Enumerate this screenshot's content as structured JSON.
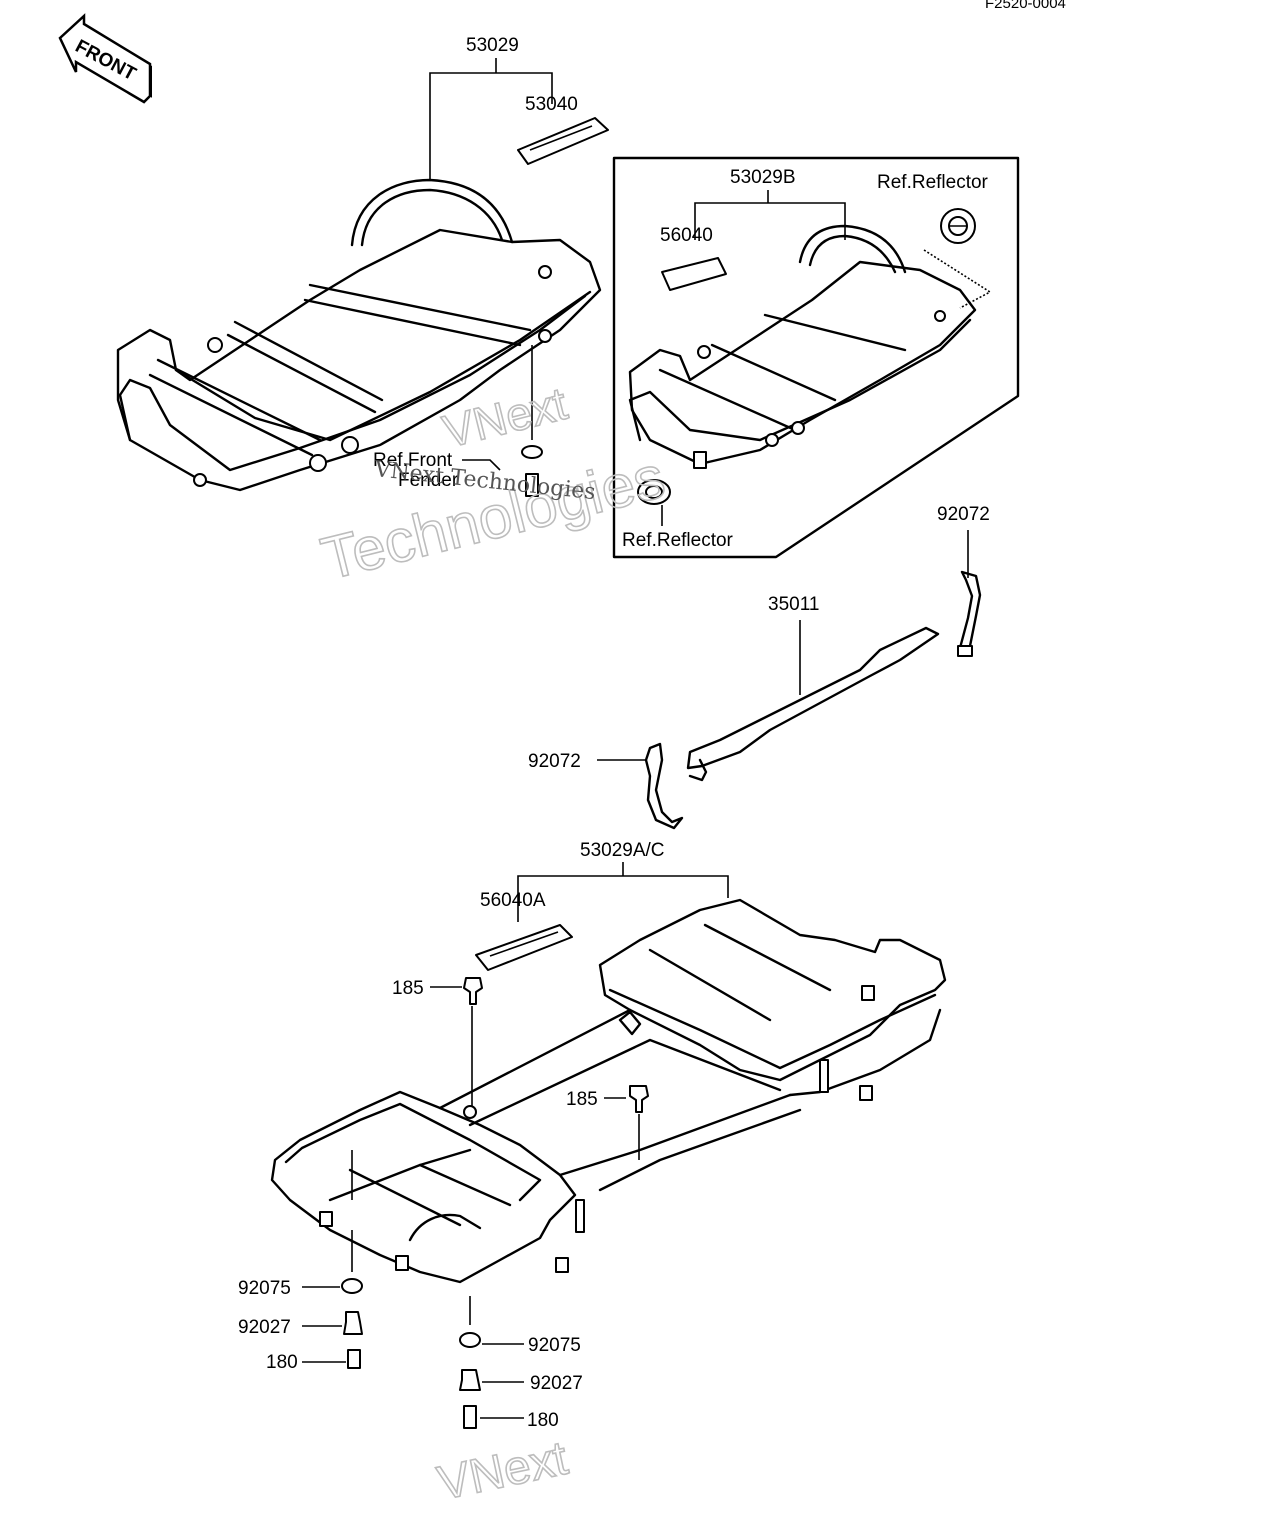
{
  "header": {
    "code": "F2520-0004"
  },
  "front_arrow": {
    "label": "FRONT"
  },
  "labels": {
    "p53029": "53029",
    "p53040": "53040",
    "p53029B": "53029B",
    "p56040": "56040",
    "ref_reflector_top": "Ref.Reflector",
    "ref_reflector_bottom": "Ref.Reflector",
    "ref_front_fender_1": "Ref.Front",
    "ref_front_fender_2": "Fender",
    "p92072_top": "92072",
    "p35011": "35011",
    "p92072_left": "92072",
    "p53029AC": "53029A/C",
    "p56040A": "56040A",
    "p185_a": "185",
    "p185_b": "185",
    "p92075_left": "92075",
    "p92027_left": "92027",
    "p180_left": "180",
    "p92075_right": "92075",
    "p92027_right": "92027",
    "p180_right": "180"
  },
  "watermarks": {
    "wm1": "VNext",
    "wm2": "Technologies",
    "wm3": "VNext Technologies",
    "wm4": "VNext"
  }
}
